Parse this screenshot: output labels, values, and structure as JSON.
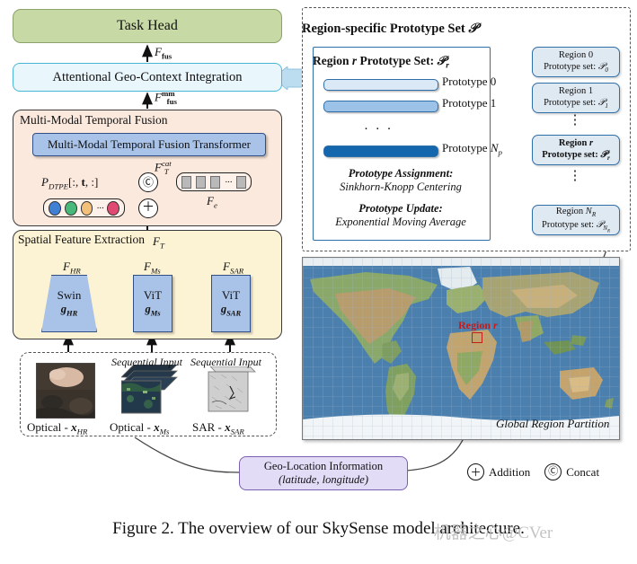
{
  "figure": {
    "caption": "Figure 2. The overview of our SkySense model architecture.",
    "watermark": "机器之心@CVer"
  },
  "pipeline": {
    "task_head": "Task Head",
    "attentional_integration": "Attentional Geo-Context Integration",
    "mmtf_title": "Multi-Modal Temporal Fusion",
    "mmtf_transformer": "Multi-Modal Temporal Fusion Transformer",
    "sfe_title": "Spatial Feature Extraction"
  },
  "flow_labels": {
    "f_fus": "F_fus",
    "f_fus_mm": "F_fus^mm",
    "f_t_cat": "F_T^cat",
    "f_t": "F_T",
    "f_hr": "F_HR",
    "f_ms": "F_Ms",
    "f_sar": "F_SAR",
    "f_e": "F_e",
    "p_dtpe": "P_DTPE[:, t, :]"
  },
  "encoders": [
    {
      "name": "Swin",
      "sub": "g_HR",
      "shape": "trapezoid"
    },
    {
      "name": "ViT",
      "sub": "g_Ms",
      "shape": "rect"
    },
    {
      "name": "ViT",
      "sub": "g_SAR",
      "shape": "rect"
    }
  ],
  "inputs": [
    {
      "caption": "Optical - x_HR",
      "note": "",
      "kind": "single"
    },
    {
      "caption": "Optical - x_Ms",
      "note": "Sequential Input",
      "kind": "stack"
    },
    {
      "caption": "SAR - x_SAR",
      "note": "Sequential Input",
      "kind": "stack"
    }
  ],
  "dtpe_dots": [
    "#3f7fd4",
    "#49b97a",
    "#f2c079",
    "#e04a72"
  ],
  "fe_squares": 4,
  "prototype_panel": {
    "title": "Region-specific Prototype Set P",
    "region_card_title": "Region r Prototype Set: P_r",
    "prototypes": [
      {
        "label": "Prototype 0",
        "color": "#dbe9f7",
        "width": 126
      },
      {
        "label": "Prototype 1",
        "color": "#9dc2e8",
        "width": 126
      },
      {
        "label": "Prototype N_p",
        "color": "#1467ad",
        "width": 126
      }
    ],
    "ellipsis": "· · ·",
    "assignment_title": "Prototype Assignment:",
    "assignment_value": "Sinkhorn-Knopp Centering",
    "update_title": "Prototype Update:",
    "update_value": "Exponential Moving Average",
    "region_chips": [
      {
        "line1": "Region 0",
        "line2": "Prototype set: P_0",
        "highlight": false
      },
      {
        "line1": "Region 1",
        "line2": "Prototype set: P_1",
        "highlight": false
      },
      {
        "line1": "Region r",
        "line2": "Prototype set: P_r",
        "highlight": true
      },
      {
        "line1": "Region N_R",
        "line2": "Prototype set: P_N_R",
        "highlight": false
      }
    ],
    "chip_dots": "⋮"
  },
  "map": {
    "caption": "Global Region Partition",
    "region_marker_label": "Region r",
    "ocean_color": "#4a7fae",
    "marker_color": "#c21c1c"
  },
  "geo_box": {
    "line1": "Geo-Location Information",
    "line2": "(latitude, longitude)"
  },
  "legend": [
    {
      "symbol": "+",
      "label": "Addition"
    },
    {
      "symbol": "C",
      "label": "Concat"
    }
  ]
}
